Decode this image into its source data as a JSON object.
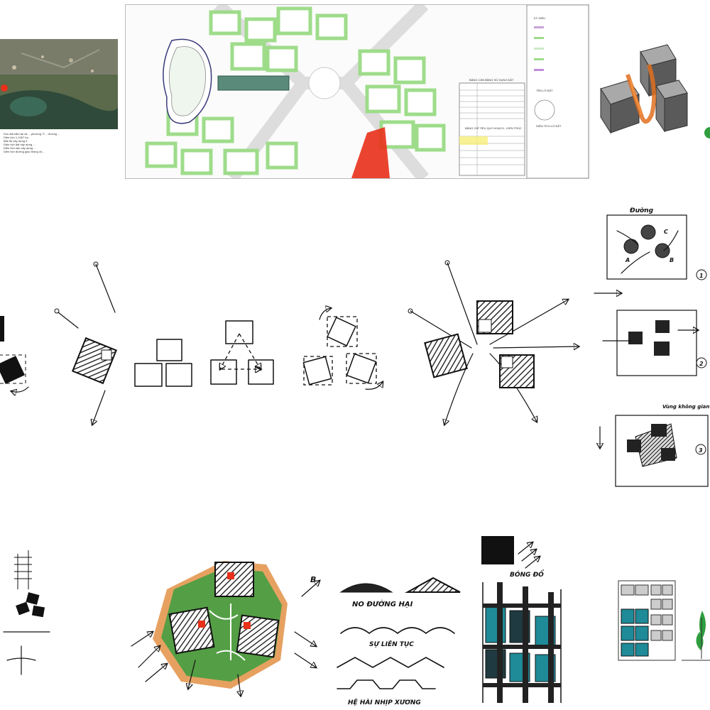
{
  "board": {
    "row1": {
      "satellite_caption_lines": [
        "Khu đất nằm tại xã ... phường Tỉ ... đường ...",
        "Diện tích 1,1067 ha",
        "Mật độ xây dựng 0",
        "Diện tích đất xây dựng ...",
        "Diện tích sàn xây dựng ...",
        "Diện tích đường giao thông và ..."
      ],
      "masterplan": {
        "legend_heading": "KÝ HIỆU",
        "lot_heading": "TÊN LÔ ĐẤT",
        "area_label": "DIỆN TÍCH LÔ ĐẤT",
        "table1_title": "BẢNG CÂN BẰNG SỬ DỤNG ĐẤT",
        "table2_title": "BẢNG CHỈ TIÊU QUY HOẠCH - KIẾN TRÚC"
      }
    },
    "row3": {
      "labels": {
        "nodes": "NO ĐƯỜNG HẠI",
        "sequence": "SỰ LIÊN TỤC",
        "rhythm": "HỆ HÀI NHỊP XƯƠNG",
        "light": "BÓNG ĐỔ"
      },
      "letters": {
        "b": "B"
      }
    },
    "row2": {
      "side_notes": {
        "street": "Đường",
        "num1": "1",
        "num2": "2",
        "num3": "3",
        "open_space": "Vùng không gian"
      },
      "circle_labels": [
        "A",
        "B",
        "C"
      ]
    }
  },
  "colors": {
    "plan_green": "#9edc8a",
    "accent_red": "#e8301a",
    "hand_green": "#2f9e3f",
    "glass_teal": "#1f8a98",
    "ground_orange": "#e08a3a"
  }
}
